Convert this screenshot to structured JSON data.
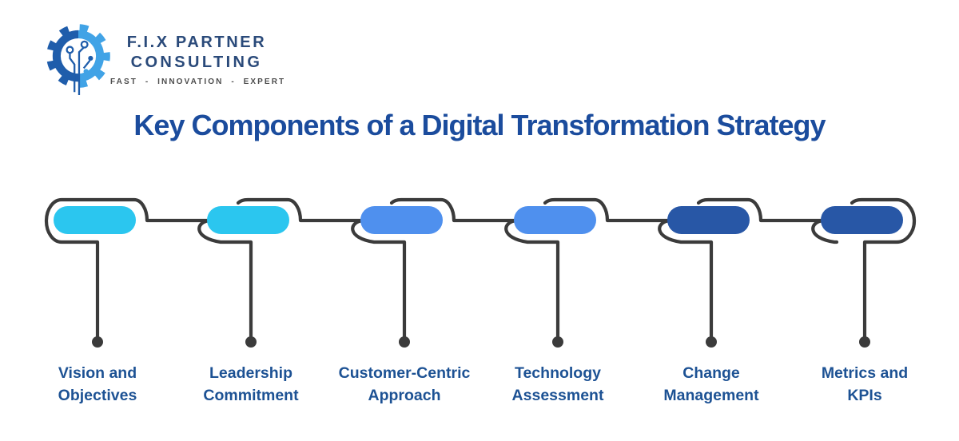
{
  "logo": {
    "brand_line1": "F.I.X PARTNER",
    "brand_line2": "CONSULTING",
    "tagline": "FAST - INNOVATION - EXPERT"
  },
  "title": "Key Components of a Digital Transformation Strategy",
  "colors": {
    "cyan": "#2bc6ef",
    "medium_blue": "#4f90ee",
    "dark_blue": "#2857a6",
    "line": "#3b3b3b",
    "title_text": "#1b4c9d",
    "label_text": "#1d5294",
    "brand_text": "#2a4a7a",
    "tagline_text": "#4d4d4d",
    "gear_dark": "#1f5dab",
    "gear_light": "#41a3e6"
  },
  "components": [
    {
      "line1": "Vision and",
      "line2": "Objectives",
      "color": "#2bc6ef"
    },
    {
      "line1": "Leadership",
      "line2": "Commitment",
      "color": "#2bc6ef"
    },
    {
      "line1": "Customer-Centric",
      "line2": "Approach",
      "color": "#4f90ee"
    },
    {
      "line1": "Technology",
      "line2": "Assessment",
      "color": "#4f90ee"
    },
    {
      "line1": "Change",
      "line2": "Management",
      "color": "#2857a6"
    },
    {
      "line1": "Metrics and",
      "line2": "KPIs",
      "color": "#2857a6"
    }
  ]
}
